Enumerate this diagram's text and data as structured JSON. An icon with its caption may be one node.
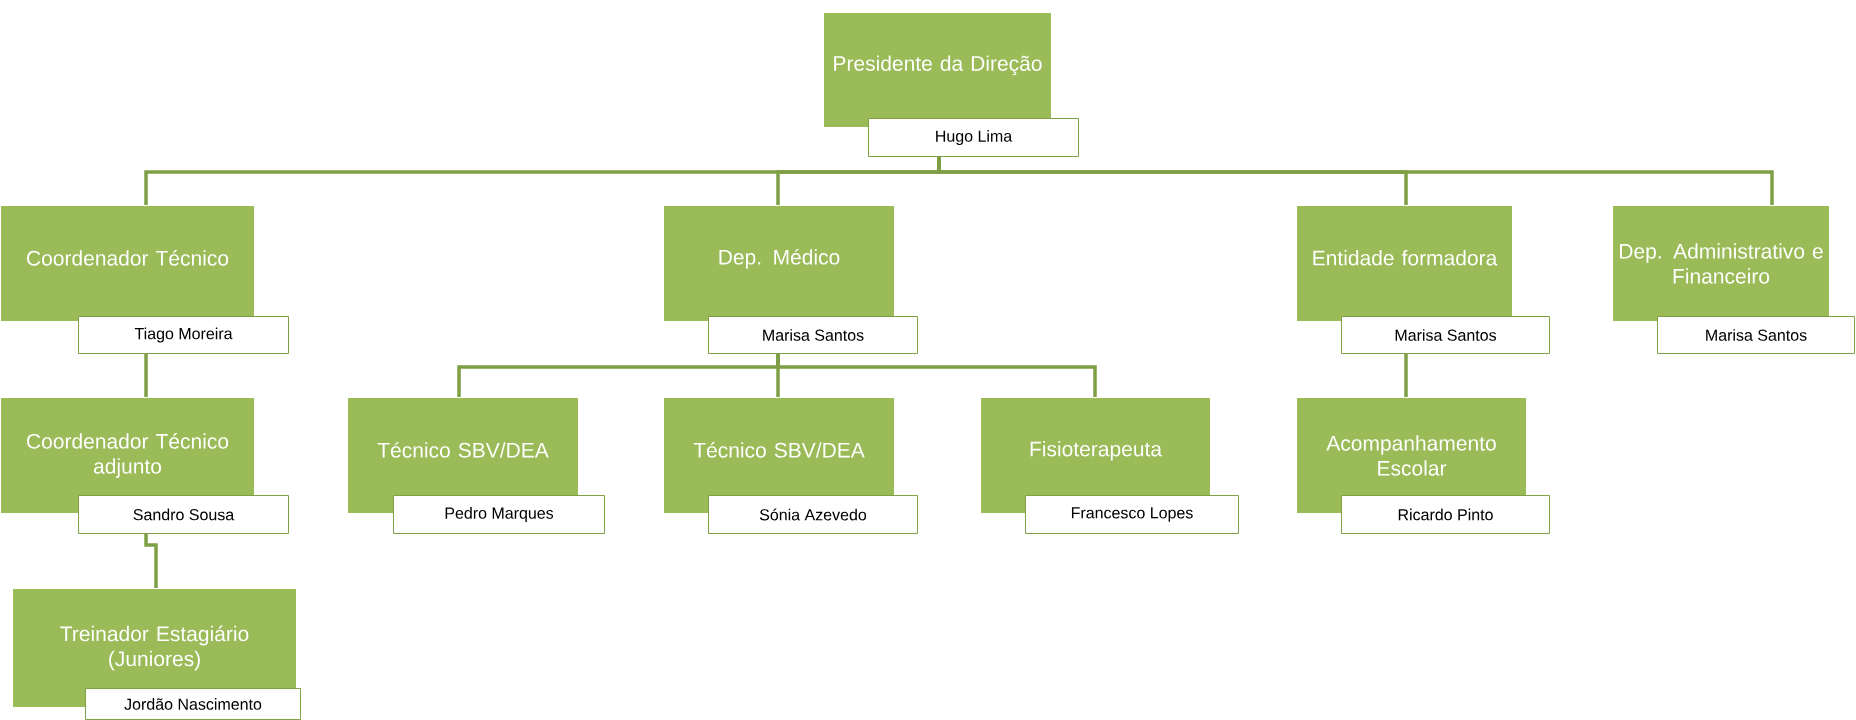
{
  "diagram": {
    "nodes": [
      {
        "text": [
          "Presidente da Direção",
          "Hugo Lima"
        ]
      },
      {
        "text": [
          "Coordenador Técnico",
          "Tiago Moreira"
        ]
      },
      {
        "text": [
          "Dep. Médico",
          "Marisa Santos"
        ]
      },
      {
        "text": [
          "Entidade formadora",
          "Marisa Santos"
        ]
      },
      {
        "text": [
          "Dep. Administrativo e Financeiro",
          "Marisa Santos"
        ]
      },
      {
        "text": [
          "Coordenador Técnico adjunto",
          "Sandro Sousa"
        ]
      },
      {
        "text": [
          "Técnico SBV/DEA",
          "Pedro Marques"
        ]
      },
      {
        "text": [
          "Técnico SBV/DEA",
          "Sónia Azevedo"
        ]
      },
      {
        "text": [
          "Fisioterapeuta",
          "Francesco Lopes"
        ]
      },
      {
        "text": [
          "Acompanhamento Escolar",
          "Ricardo Pinto"
        ]
      },
      {
        "text": [
          "Treinador Estagiário (Juniores)",
          "Jordão Nascimento"
        ]
      }
    ],
    "edges": [
      {
        "from": 0,
        "to": 1,
        "arrow": "none"
      },
      {
        "from": 0,
        "to": 2,
        "arrow": "none"
      },
      {
        "from": 0,
        "to": 3,
        "arrow": "none"
      },
      {
        "from": 0,
        "to": 4,
        "arrow": "none"
      },
      {
        "from": 1,
        "to": 5,
        "arrow": "none"
      },
      {
        "from": 5,
        "to": 10,
        "arrow": "none"
      },
      {
        "from": 2,
        "to": 6,
        "arrow": "none"
      },
      {
        "from": 2,
        "to": 7,
        "arrow": "none"
      },
      {
        "from": 2,
        "to": 8,
        "arrow": "none"
      },
      {
        "from": 3,
        "to": 9,
        "arrow": "none"
      }
    ]
  }
}
